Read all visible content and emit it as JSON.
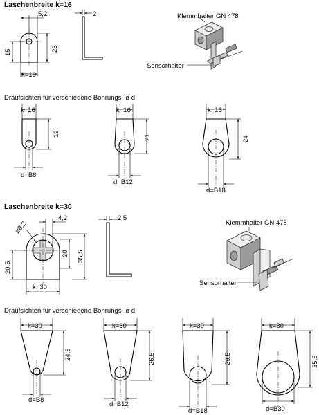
{
  "sections": [
    {
      "heading": "Laschenbreite k=16",
      "front_dims": {
        "hole_offset": "5,2",
        "hole_height": "15",
        "height": "23",
        "width": "k=16"
      },
      "side_dims": {
        "thickness": "2"
      },
      "iso_labels": {
        "clamp": "Klemmhalter  GN 478",
        "sensor": "Sensorhalter"
      },
      "plan_caption": "Draufsichten für verschiedene Bohrungs- ø d",
      "plan_views": [
        {
          "width": "k=16",
          "height": "19",
          "bore": "d=B8"
        },
        {
          "width": "k=16",
          "height": "21",
          "bore": "d=B12"
        },
        {
          "width": "k=16",
          "height": "24",
          "bore": "d=B18"
        }
      ]
    },
    {
      "heading": "Laschenbreite k=30",
      "front_dims": {
        "hole_offset": "4,2",
        "hole_dia": "ø8,2",
        "hole_height": "20,5",
        "inner_height": "20",
        "height": "35,5",
        "width": "k=30"
      },
      "side_dims": {
        "thickness": "2,5"
      },
      "iso_labels": {
        "clamp": "Klemmhalter  GN 478",
        "sensor": "Sensorhalter"
      },
      "plan_caption": "Draufsichten für verschiedene Bohrungs- ø d",
      "plan_views": [
        {
          "width": "k=30",
          "height": "24,5",
          "bore": "d=B8"
        },
        {
          "width": "k=30",
          "height": "26,5",
          "bore": "d=B12"
        },
        {
          "width": "k=30",
          "height": "29,5",
          "bore": "d=B18"
        },
        {
          "width": "k=30",
          "height": "35,5",
          "bore": "d=B30"
        }
      ]
    }
  ],
  "icons": [
    "arrow-head",
    "clamp-holder-icon",
    "sensor-bolt-icon"
  ]
}
